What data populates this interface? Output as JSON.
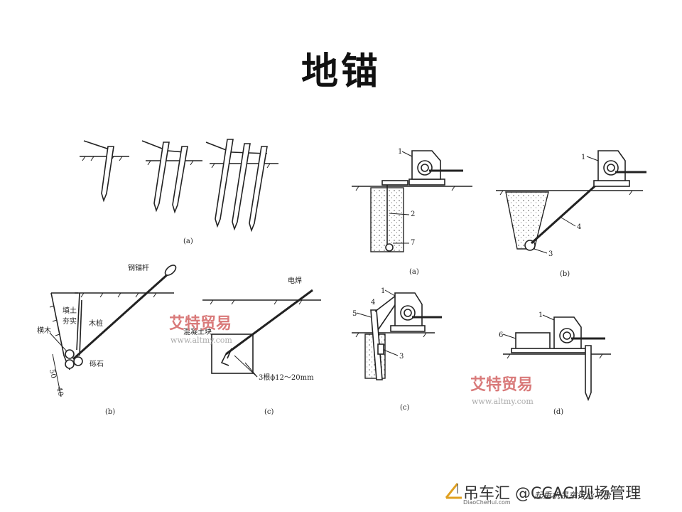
{
  "title": "地锚",
  "left": {
    "a": {
      "caption": "(a)"
    },
    "b": {
      "caption": "(b)",
      "labels": {
        "rod": "钢锚杆",
        "fill": "填土\n夯实",
        "stake": "木桩",
        "beam": "横木",
        "stone": "砾石",
        "dim1": "50",
        "dim2": "40"
      }
    },
    "c": {
      "caption": "(c)",
      "labels": {
        "weld": "电焊",
        "concrete": "混凝土块",
        "bars": "3根ϕ12～20mm"
      }
    }
  },
  "right": {
    "a": {
      "caption": "(a)",
      "labels": [
        "1",
        "2",
        "7"
      ]
    },
    "b": {
      "caption": "(b)",
      "labels": [
        "1",
        "3",
        "4"
      ]
    },
    "c": {
      "caption": "(c)",
      "labels": [
        "1",
        "4",
        "5",
        "3"
      ]
    },
    "d": {
      "caption": "(d)",
      "labels": [
        "1",
        "6"
      ]
    }
  },
  "watermarks": [
    {
      "brand": "艾特贸易",
      "url": "www.altmy.com"
    },
    {
      "brand": "艾特贸易",
      "url": "www.altmy.com"
    }
  ],
  "footer": {
    "brand": "吊车汇 @CCACI现场管理",
    "site": "DiaoCheHui.com",
    "slogan": "起重机吊车行业平台"
  },
  "colors": {
    "line": "#222222",
    "watermark": "#d97a7a"
  }
}
